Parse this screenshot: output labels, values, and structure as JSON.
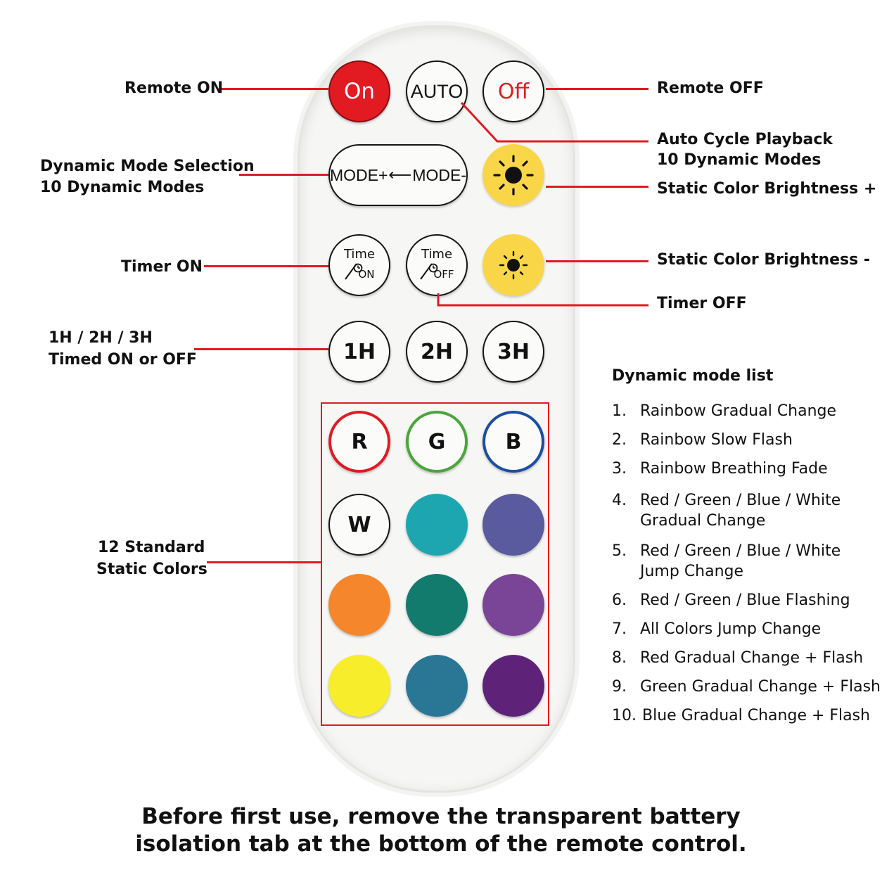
{
  "remote": {
    "on_label": "On",
    "auto_label": "AUTO",
    "off_label": "Off",
    "mode_plus": "MODE+",
    "mode_minus": "MODE-",
    "time_label": "Time",
    "timer_on_label": "ON",
    "timer_off_label": "OFF",
    "h1": "1H",
    "h2": "2H",
    "h3": "3H",
    "r": "R",
    "g": "G",
    "b": "B",
    "w": "W",
    "colors": {
      "on_red": "#e21a22",
      "brightness_yellow": "#f9d648",
      "r_ring": "#e21a22",
      "g_ring": "#4aa53a",
      "b_ring": "#1b4ea3",
      "teal": "#1ea6b0",
      "indigo": "#5a5a9e",
      "orange": "#f5862b",
      "dark_teal": "#137a6e",
      "purple": "#7a4596",
      "yellow": "#f8ed2b",
      "blue_teal": "#2a7795",
      "dark_purple": "#5e2378",
      "callout_red": "#e21a22"
    }
  },
  "callouts": {
    "remote_on": "Remote ON",
    "remote_off": "Remote OFF",
    "auto_1": "Auto Cycle Playback",
    "auto_2": "10 Dynamic Modes",
    "dyn_1": "Dynamic Mode Selection",
    "dyn_2": "10 Dynamic Modes",
    "bright_plus": "Static Color Brightness +",
    "bright_minus": "Static Color Brightness -",
    "timer_on": "Timer ON",
    "timer_off": "Timer OFF",
    "timed_1": "1H / 2H / 3H",
    "timed_2": "Timed ON or OFF",
    "static_1": "12 Standard",
    "static_2": "Static Colors"
  },
  "mode_list": {
    "title": "Dynamic mode list",
    "items": [
      {
        "num": "1.",
        "text": "Rainbow Gradual Change"
      },
      {
        "num": "2.",
        "text": "Rainbow Slow Flash"
      },
      {
        "num": "3.",
        "text": "Rainbow Breathing Fade"
      },
      {
        "num": "4.",
        "text": "Red / Green / Blue / White",
        "text2": "Gradual Change"
      },
      {
        "num": "5.",
        "text": "Red / Green / Blue / White",
        "text2": "Jump Change"
      },
      {
        "num": "6.",
        "text": "Red / Green / Blue Flashing"
      },
      {
        "num": "7.",
        "text": "All Colors Jump Change"
      },
      {
        "num": "8.",
        "text": "Red Gradual Change + Flash"
      },
      {
        "num": "9.",
        "text": "Green Gradual Change + Flash"
      },
      {
        "num": "10.",
        "text": "Blue Gradual Change + Flash"
      }
    ]
  },
  "footer": {
    "line1": "Before first use, remove the transparent battery",
    "line2": "isolation tab at the bottom of the remote control."
  }
}
